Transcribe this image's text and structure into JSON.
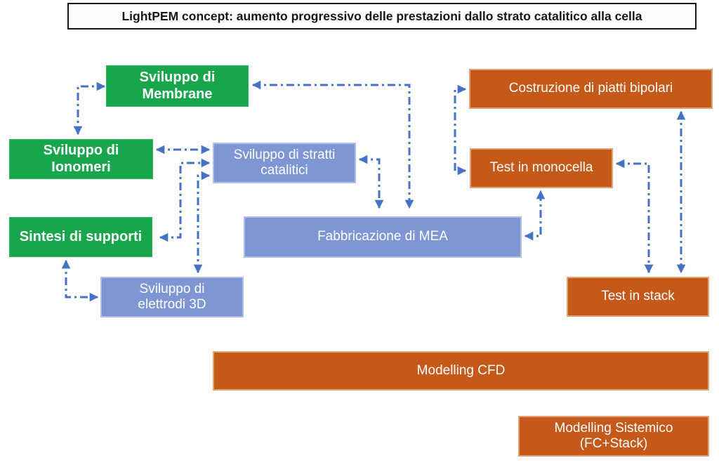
{
  "title": "LightPEM concept: aumento progressivo delle prestazioni dallo strato catalitico alla cella",
  "colors": {
    "green": "#18A64D",
    "blue": "#7E96D4",
    "orange": "#C4591A",
    "arrow": "#4472C4",
    "title_border": "#141414",
    "background": "#FFFFFF"
  },
  "nodes": [
    {
      "id": "sviluppo-membrane",
      "label": "Sviluppo di\nMembrane",
      "color": "green"
    },
    {
      "id": "sviluppo-ionomeri",
      "label": "Sviluppo di\nIonomeri",
      "color": "green"
    },
    {
      "id": "sintesi-supporti",
      "label": "Sintesi di supporti",
      "color": "green"
    },
    {
      "id": "stratti-catalitici",
      "label": "Sviluppo di stratti\ncatalitici",
      "color": "blue"
    },
    {
      "id": "elettrodi-3d",
      "label": "Sviluppo di\nelettrodi 3D",
      "color": "blue"
    },
    {
      "id": "fabbricazione-mea",
      "label": "Fabbricazione di MEA",
      "color": "blue"
    },
    {
      "id": "piatti-bipolari",
      "label": "Costruzione di piatti bipolari",
      "color": "orange"
    },
    {
      "id": "test-monocella",
      "label": "Test in monocella",
      "color": "orange"
    },
    {
      "id": "test-stack",
      "label": "Test in stack",
      "color": "orange"
    },
    {
      "id": "modelling-cfd",
      "label": "Modelling CFD",
      "color": "orange"
    },
    {
      "id": "modelling-sistemico",
      "label": "Modelling Sistemico\n(FC+Stack)",
      "color": "orange"
    }
  ],
  "edges": [
    {
      "between": [
        "sviluppo-ionomeri",
        "sviluppo-membrane"
      ],
      "arrows": "both"
    },
    {
      "between": [
        "sviluppo-ionomeri",
        "stratti-catalitici"
      ],
      "arrows": "both"
    },
    {
      "between": [
        "sintesi-supporti",
        "stratti-catalitici"
      ],
      "arrows": "both"
    },
    {
      "between": [
        "elettrodi-3d",
        "stratti-catalitici"
      ],
      "arrows": "both"
    },
    {
      "between": [
        "sintesi-supporti",
        "elettrodi-3d"
      ],
      "arrows": "both"
    },
    {
      "between": [
        "sviluppo-membrane",
        "fabbricazione-mea"
      ],
      "arrows": "both"
    },
    {
      "between": [
        "stratti-catalitici",
        "fabbricazione-mea"
      ],
      "arrows": "both"
    },
    {
      "between": [
        "piatti-bipolari",
        "test-monocella"
      ],
      "arrows": "both"
    },
    {
      "between": [
        "fabbricazione-mea",
        "test-monocella"
      ],
      "arrows": "both"
    },
    {
      "between": [
        "test-monocella",
        "test-stack"
      ],
      "arrows": "both"
    },
    {
      "between": [
        "piatti-bipolari",
        "test-stack"
      ],
      "arrows": "both"
    }
  ]
}
